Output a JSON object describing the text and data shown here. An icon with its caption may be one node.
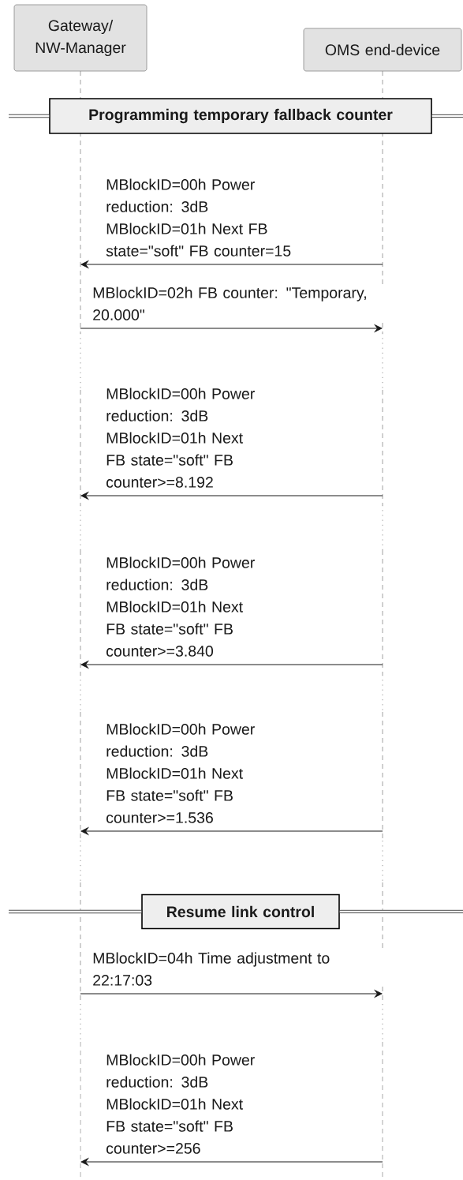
{
  "diagram": {
    "nodes": [
      {
        "text": [
          "Gateway/ NW-Manager"
        ]
      },
      {
        "text": [
          "OMS end-device"
        ]
      },
      {
        "text": [
          "Programming temporary fallback counter"
        ]
      },
      {
        "text": [
          "Resume link control"
        ]
      }
    ],
    "edges": [
      {
        "from": 1,
        "to": 0,
        "arrow": "to",
        "label": "MBlockID=00h Power reduction: 3dB MBlockID=01h Next FB state=\"soft\" FB counter=15"
      },
      {
        "from": 0,
        "to": 1,
        "arrow": "to",
        "label": "MBlockID=02h FB counter: \"Temporary, 20.000\""
      },
      {
        "from": 1,
        "to": 0,
        "arrow": "to",
        "label": "MBlockID=00h Power reduction: 3dB MBlockID=01h Next FB state=\"soft\" FB counter>=8.192"
      },
      {
        "from": 1,
        "to": 0,
        "arrow": "to",
        "label": "MBlockID=00h Power reduction: 3dB MBlockID=01h Next FB state=\"soft\" FB counter>=3.840"
      },
      {
        "from": 1,
        "to": 0,
        "arrow": "to",
        "label": "MBlockID=00h Power reduction: 3dB MBlockID=01h Next FB state=\"soft\" FB counter>=1.536"
      },
      {
        "from": 0,
        "to": 1,
        "arrow": "to",
        "label": "MBlockID=04h Time adjustment to 22:17:03"
      },
      {
        "from": 1,
        "to": 0,
        "arrow": "to",
        "label": "MBlockID=00h Power reduction: 3dB MBlockID=01h Next FB state=\"soft\" FB counter>=256"
      }
    ]
  }
}
